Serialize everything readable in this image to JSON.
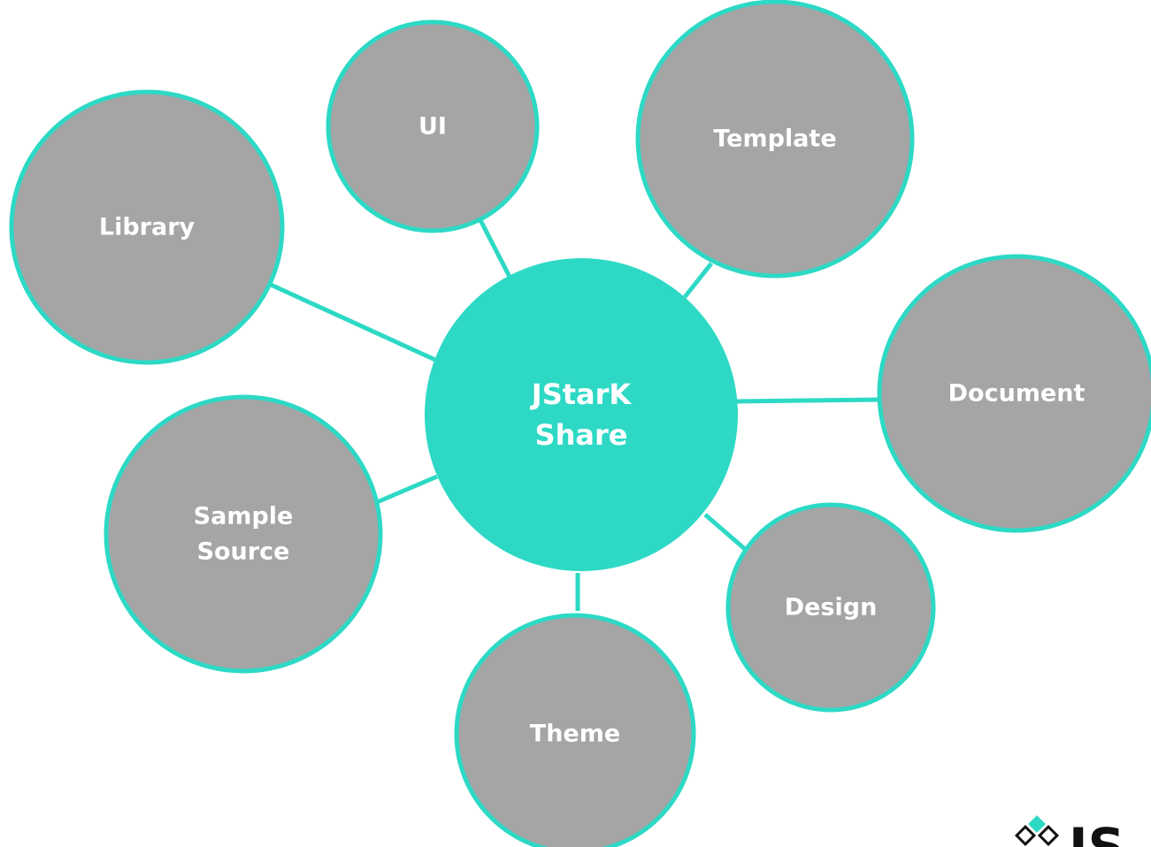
{
  "colors": {
    "accent": "#2dd9c5",
    "leaf_fill": "#a5a5a5",
    "text": "#ffffff"
  },
  "center": {
    "id": "center",
    "lines": [
      "JStarK",
      "Share"
    ]
  },
  "nodes": [
    {
      "id": "library",
      "lines": [
        "Library"
      ]
    },
    {
      "id": "ui",
      "lines": [
        "UI"
      ]
    },
    {
      "id": "template",
      "lines": [
        "Template"
      ]
    },
    {
      "id": "document",
      "lines": [
        "Document"
      ]
    },
    {
      "id": "design",
      "lines": [
        "Design"
      ]
    },
    {
      "id": "theme",
      "lines": [
        "Theme"
      ]
    },
    {
      "id": "sample-source",
      "lines": [
        "Sample",
        "Source"
      ]
    }
  ],
  "logo": {
    "text": "JS",
    "icon": "diamond-cluster-icon"
  }
}
